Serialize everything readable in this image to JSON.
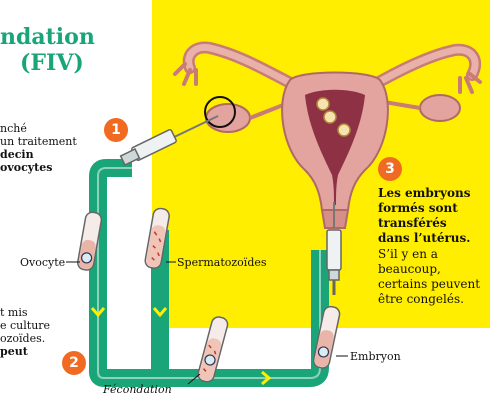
{
  "title": {
    "line1": "ndation",
    "line2": "(FIV)"
  },
  "steps": {
    "one": "1",
    "two": "2",
    "three": "3"
  },
  "step1_text": {
    "l1": "nché",
    "l2": "un traitement",
    "l3": "decin",
    "l4": "ovocytes"
  },
  "step2_text": {
    "l1": "t mis",
    "l2": "e culture",
    "l3": "ozoïdes.",
    "l4": "peut"
  },
  "step3_text": {
    "bold1": "Les embryons",
    "bold2": "formés sont",
    "bold3": "transférés",
    "bold4": "dans l’utérus.",
    "l1": "S’il y en a",
    "l2": "beaucoup,",
    "l3": "certains peuvent",
    "l4": "être congelés."
  },
  "labels": {
    "ovocyte": "Ovocyte",
    "spermatozoides": "Spermatozoïdes",
    "fecondation": "Fécondation",
    "embryon": "Embryon"
  },
  "colors": {
    "yellow": "#ffee00",
    "green": "#1aa579",
    "orange": "#f06a22",
    "pink": "#e3a39e",
    "dark_pink": "#8e3144"
  }
}
